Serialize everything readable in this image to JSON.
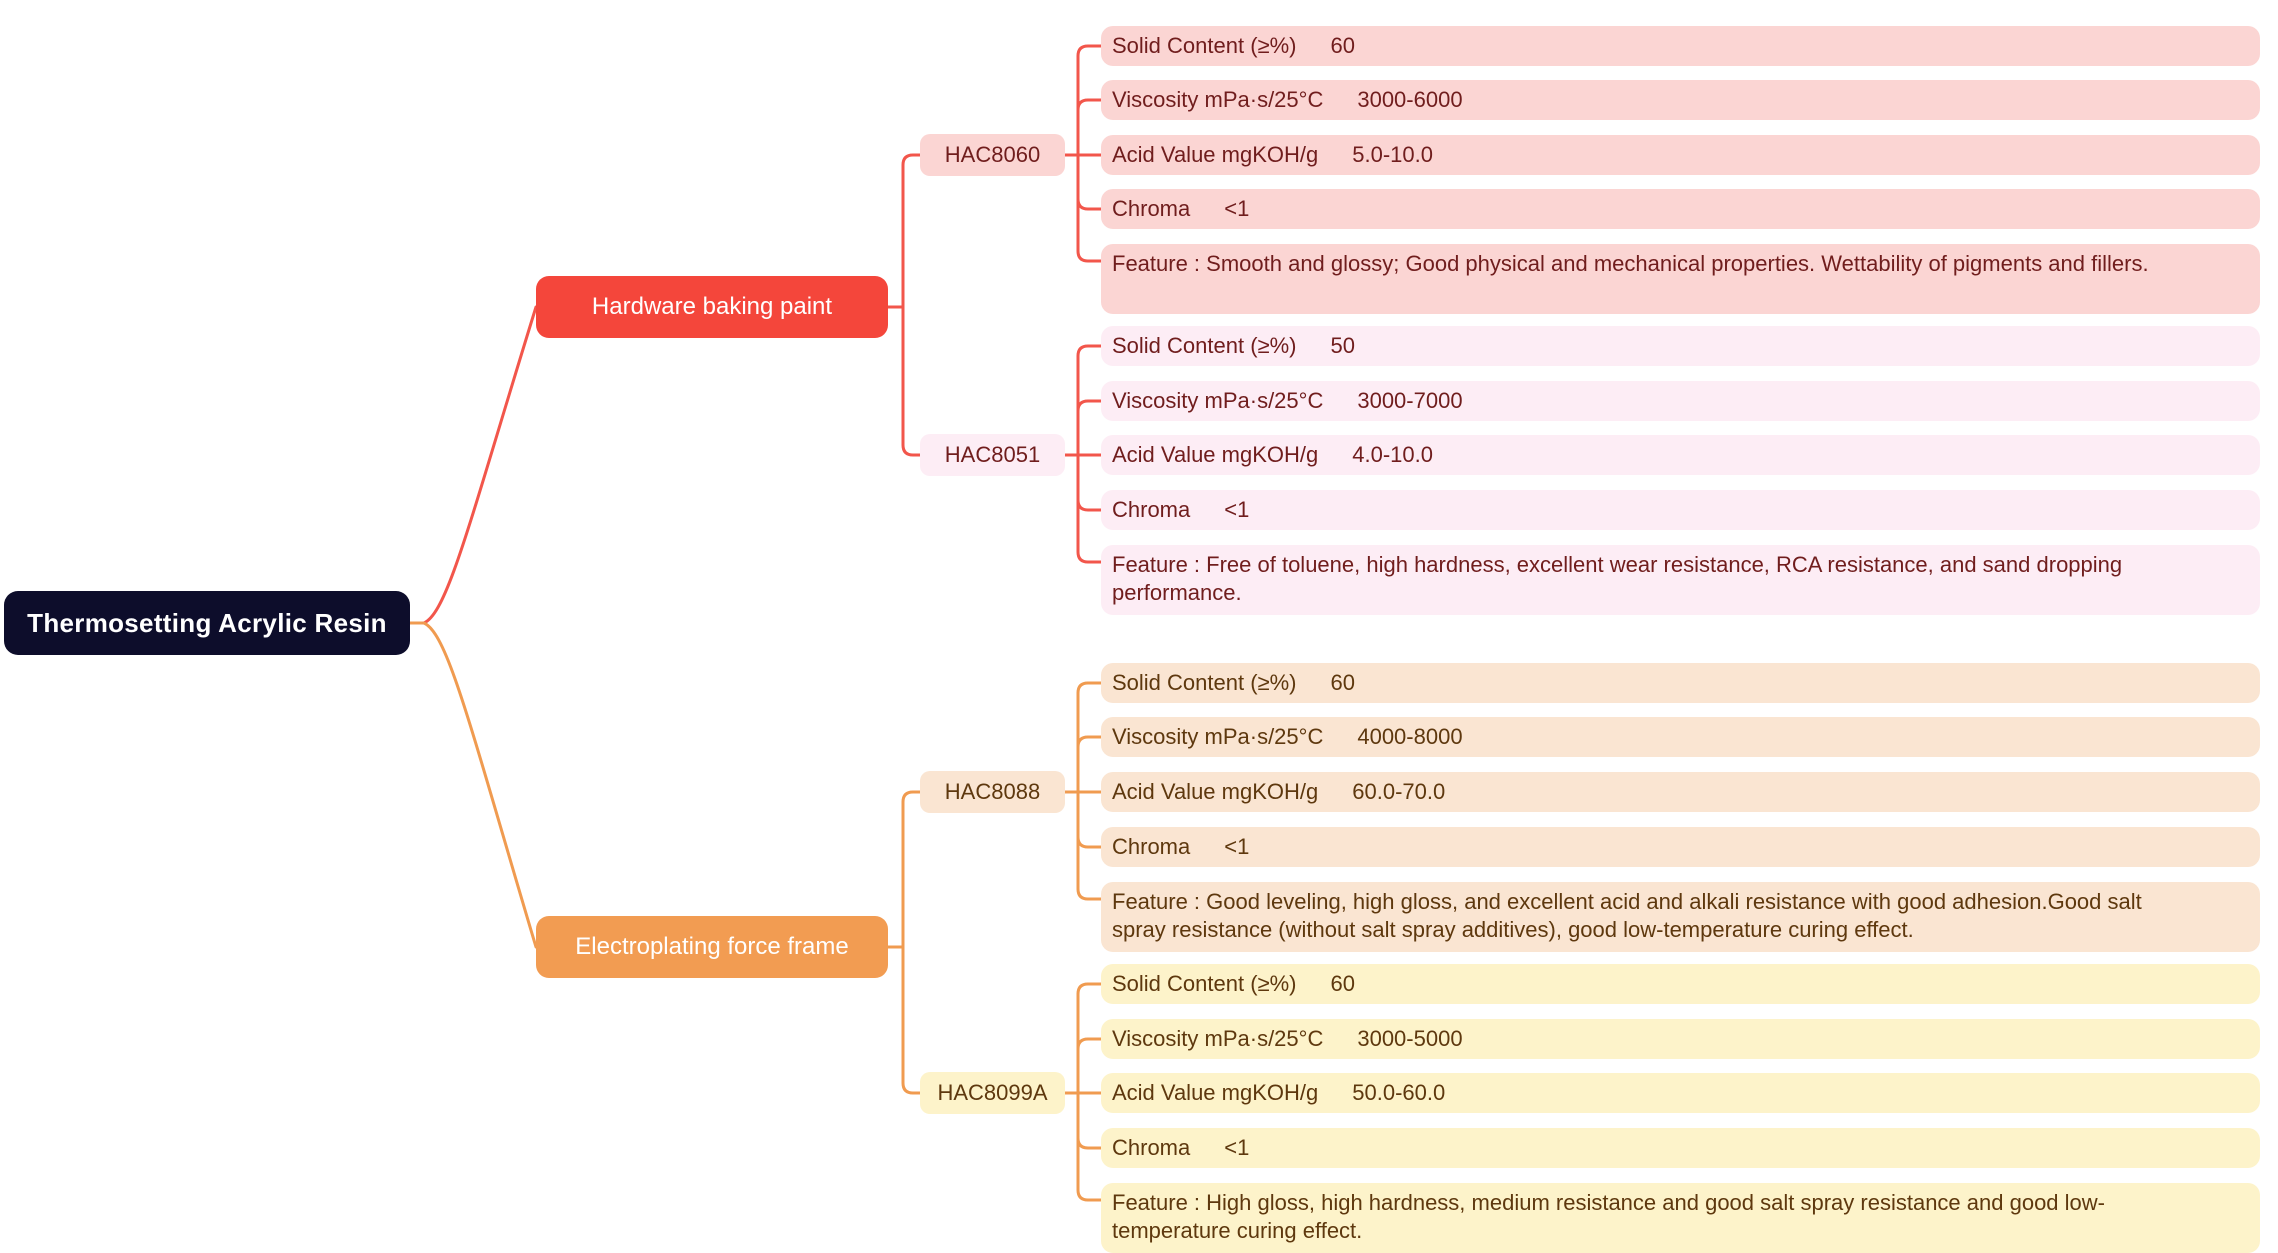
{
  "root": {
    "label": "Thermosetting Acrylic Resin"
  },
  "colors": {
    "background": "#ffffff",
    "root_bg": "#0d0d2b",
    "root_text": "#ffffff",
    "branch_text": "#ffffff"
  },
  "branches": [
    {
      "label": "Hardware baking paint",
      "box_color": "#f4463b",
      "line_color": "#f2564b",
      "row_text_color": "#701d1d",
      "products": [
        {
          "code": "HAC8060",
          "bg": "#fbd5d3",
          "rows": [
            {
              "label": "Solid Content (≥%)",
              "value": "60"
            },
            {
              "label": "Viscosity mPa·s/25°C",
              "value": "3000-6000"
            },
            {
              "label": "Acid Value mgKOH/g",
              "value": "5.0-10.0"
            },
            {
              "label": "Chroma",
              "value": "<1"
            }
          ],
          "feature": "Feature : Smooth and glossy; Good physical and mechanical properties. Wettability of pigments and fillers."
        },
        {
          "code": "HAC8051",
          "bg": "#fdedf5",
          "rows": [
            {
              "label": "Solid Content (≥%)",
              "value": "50"
            },
            {
              "label": "Viscosity mPa·s/25°C",
              "value": "3000-7000"
            },
            {
              "label": "Acid Value mgKOH/g",
              "value": "4.0-10.0"
            },
            {
              "label": "Chroma",
              "value": "<1"
            }
          ],
          "feature": "Feature : Free of toluene, high hardness, excellent wear resistance, RCA resistance, and sand dropping performance."
        }
      ]
    },
    {
      "label": "Electroplating force frame",
      "box_color": "#f29c52",
      "line_color": "#f09b50",
      "row_text_color": "#5e380e",
      "products": [
        {
          "code": "HAC8088",
          "bg": "#fae5d2",
          "rows": [
            {
              "label": "Solid Content (≥%)",
              "value": "60"
            },
            {
              "label": "Viscosity mPa·s/25°C",
              "value": "4000-8000"
            },
            {
              "label": "Acid Value mgKOH/g",
              "value": "60.0-70.0"
            },
            {
              "label": "Chroma",
              "value": "<1"
            }
          ],
          "feature": "Feature : Good leveling, high gloss, and excellent acid and alkali resistance with good adhesion.Good salt spray resistance (without salt spray additives), good low-temperature curing effect."
        },
        {
          "code": "HAC8099A",
          "bg": "#fdf3ca",
          "rows": [
            {
              "label": "Solid Content (≥%)",
              "value": "60"
            },
            {
              "label": "Viscosity mPa·s/25°C",
              "value": "3000-5000"
            },
            {
              "label": "Acid Value mgKOH/g",
              "value": "50.0-60.0"
            },
            {
              "label": "Chroma",
              "value": "<1"
            }
          ],
          "feature": "Feature : High gloss, high hardness, medium resistance and good salt spray resistance and good low-temperature curing effect."
        }
      ]
    }
  ]
}
